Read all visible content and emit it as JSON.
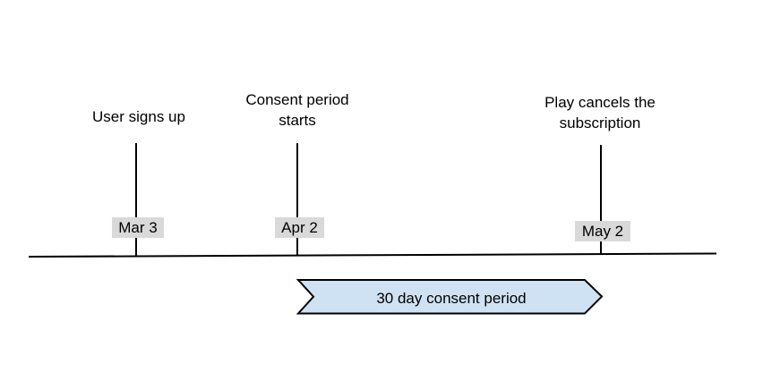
{
  "canvas": {
    "background": "#ffffff"
  },
  "timeline": {
    "events": [
      {
        "label": "User signs up",
        "date": "Mar 3"
      },
      {
        "label": "Consent period starts",
        "date": "Apr 2"
      },
      {
        "label": "Play cancels the subscription",
        "date": "May 2"
      }
    ],
    "ribbon": {
      "label": "30 day consent period",
      "fill": "#cfe2f3",
      "stroke": "#000000"
    },
    "colors": {
      "axis_line": "#000000",
      "date_chip_bg": "#d9d9d9",
      "text": "#000000"
    }
  }
}
